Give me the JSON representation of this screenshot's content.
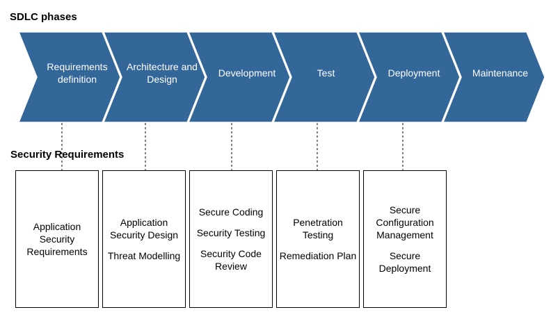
{
  "title": "SDLC phases",
  "section_title": "Security Requirements",
  "colors": {
    "chevron_fill": "#336699",
    "chevron_stroke": "#ffffff",
    "text_on_chevron": "#ffffff",
    "box_border": "#000000"
  },
  "phases": [
    {
      "label": "Requirements definition"
    },
    {
      "label": "Architecture and Design"
    },
    {
      "label": "Development"
    },
    {
      "label": "Test"
    },
    {
      "label": "Deployment"
    },
    {
      "label": "Maintenance"
    }
  ],
  "requirements": [
    {
      "items": [
        "Application Security Requirements"
      ]
    },
    {
      "items": [
        "Application Security Design",
        "Threat Modelling"
      ]
    },
    {
      "items": [
        "Secure Coding",
        "Security Testing",
        "Security Code Review"
      ]
    },
    {
      "items": [
        "Penetration Testing",
        "Remediation Plan"
      ]
    },
    {
      "items": [
        "Secure Configuration Management",
        "Secure Deployment"
      ]
    }
  ]
}
